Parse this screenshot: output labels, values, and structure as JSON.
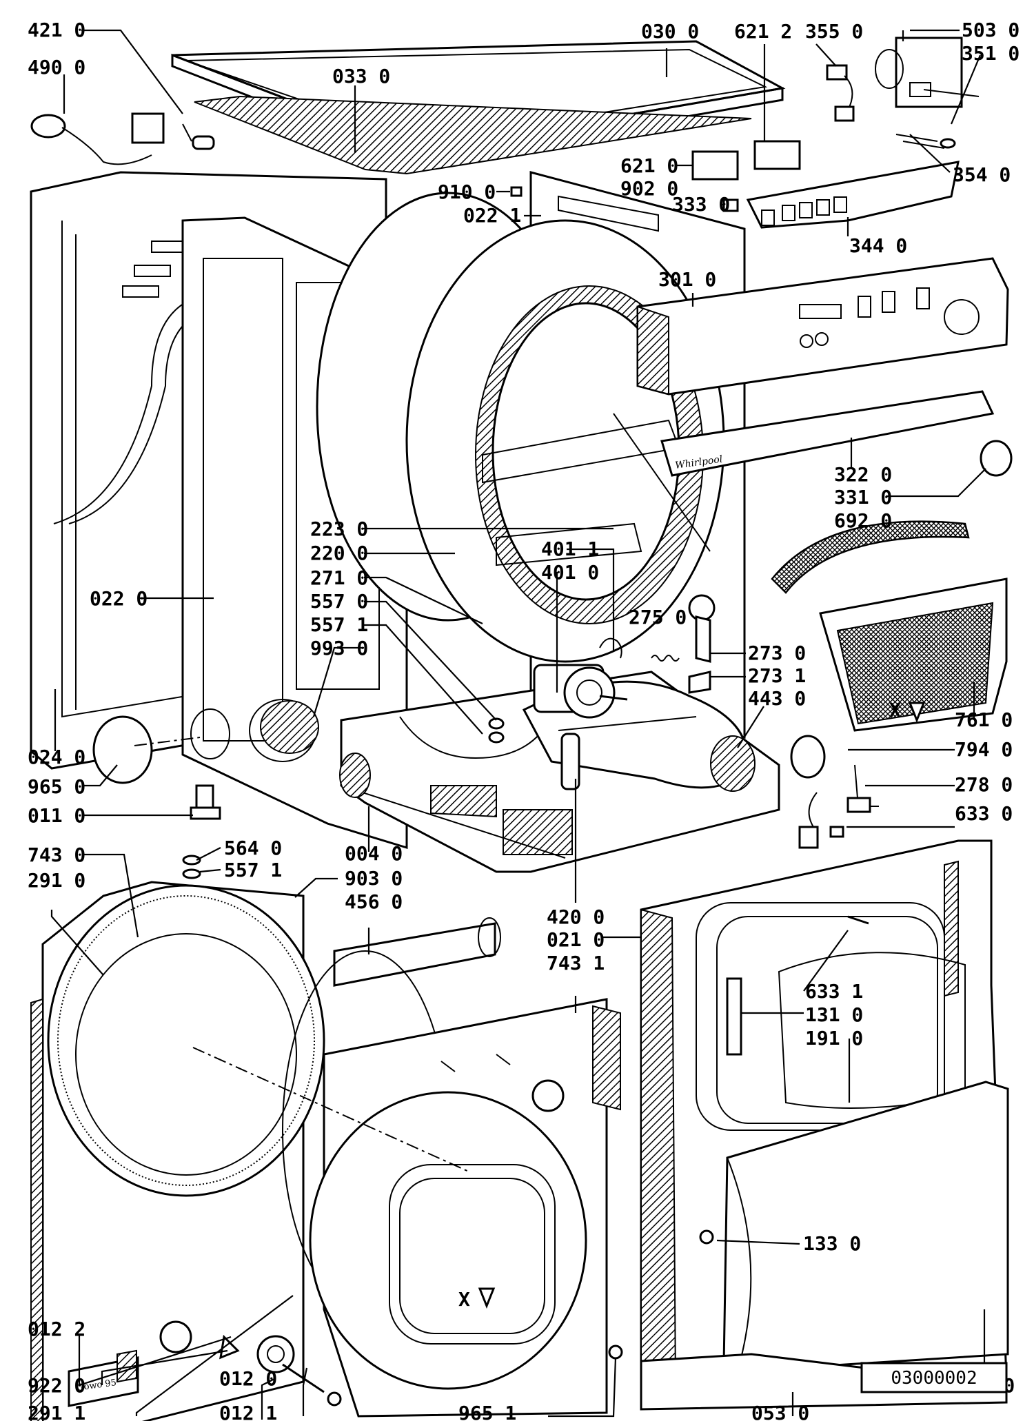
{
  "document_number": "03000002",
  "labels": [
    {
      "id": "421-0",
      "text": "421 0"
    },
    {
      "id": "490-0",
      "text": "490 0"
    },
    {
      "id": "033-0",
      "text": "033 0"
    },
    {
      "id": "030-0",
      "text": "030 0"
    },
    {
      "id": "621-2",
      "text": "621 2"
    },
    {
      "id": "355-0",
      "text": "355 0"
    },
    {
      "id": "503-0",
      "text": "503 0"
    },
    {
      "id": "351-0",
      "text": "351 0"
    },
    {
      "id": "354-0",
      "text": "354 0"
    },
    {
      "id": "621-0",
      "text": "621 0"
    },
    {
      "id": "902-0",
      "text": "902 0"
    },
    {
      "id": "910-0",
      "text": "910 0"
    },
    {
      "id": "022-1",
      "text": "022 1"
    },
    {
      "id": "333-0",
      "text": "333 0"
    },
    {
      "id": "344-0",
      "text": "344 0"
    },
    {
      "id": "301-0",
      "text": "301 0"
    },
    {
      "id": "322-0",
      "text": "322 0"
    },
    {
      "id": "331-0",
      "text": "331 0"
    },
    {
      "id": "692-0",
      "text": "692 0"
    },
    {
      "id": "223-0",
      "text": "223 0"
    },
    {
      "id": "220-0",
      "text": "220 0"
    },
    {
      "id": "271-0",
      "text": "271 0"
    },
    {
      "id": "557-0",
      "text": "557 0"
    },
    {
      "id": "557-1a",
      "text": "557 1"
    },
    {
      "id": "993-0",
      "text": "993 0"
    },
    {
      "id": "401-1",
      "text": "401 1"
    },
    {
      "id": "401-0",
      "text": "401 0"
    },
    {
      "id": "275-0",
      "text": "275 0"
    },
    {
      "id": "273-0",
      "text": "273 0"
    },
    {
      "id": "273-1",
      "text": "273 1"
    },
    {
      "id": "443-0",
      "text": "443 0"
    },
    {
      "id": "022-0",
      "text": "022 0"
    },
    {
      "id": "761-0",
      "text": "761 0"
    },
    {
      "id": "794-0",
      "text": "794 0"
    },
    {
      "id": "278-0",
      "text": "278 0"
    },
    {
      "id": "633-0",
      "text": "633 0"
    },
    {
      "id": "024-0",
      "text": "024 0"
    },
    {
      "id": "965-0",
      "text": "965 0"
    },
    {
      "id": "011-0",
      "text": "011 0"
    },
    {
      "id": "743-0",
      "text": "743 0"
    },
    {
      "id": "291-0",
      "text": "291 0"
    },
    {
      "id": "564-0",
      "text": "564 0"
    },
    {
      "id": "557-1b",
      "text": "557 1"
    },
    {
      "id": "004-0",
      "text": "004 0"
    },
    {
      "id": "903-0",
      "text": "903 0"
    },
    {
      "id": "456-0",
      "text": "456 0"
    },
    {
      "id": "420-0",
      "text": "420 0"
    },
    {
      "id": "021-0",
      "text": "021 0"
    },
    {
      "id": "743-1",
      "text": "743 1"
    },
    {
      "id": "633-1",
      "text": "633 1"
    },
    {
      "id": "131-0",
      "text": "131 0"
    },
    {
      "id": "191-0",
      "text": "191 0"
    },
    {
      "id": "133-0",
      "text": "133 0"
    },
    {
      "id": "012-2",
      "text": "012 2"
    },
    {
      "id": "922-0",
      "text": "922 0"
    },
    {
      "id": "291-1",
      "text": "291 1"
    },
    {
      "id": "012-0",
      "text": "012 0"
    },
    {
      "id": "012-1",
      "text": "012 1"
    },
    {
      "id": "965-1",
      "text": "965 1"
    },
    {
      "id": "053-0",
      "text": "053 0"
    },
    {
      "id": "100-0",
      "text": "100 0"
    }
  ],
  "arrow_marks": [
    {
      "id": "x-filter",
      "text": "X"
    },
    {
      "id": "x-bearing",
      "text": "X"
    }
  ],
  "panel_branding": {
    "brand": "Whirlpool",
    "plate": "Gowo 95"
  }
}
